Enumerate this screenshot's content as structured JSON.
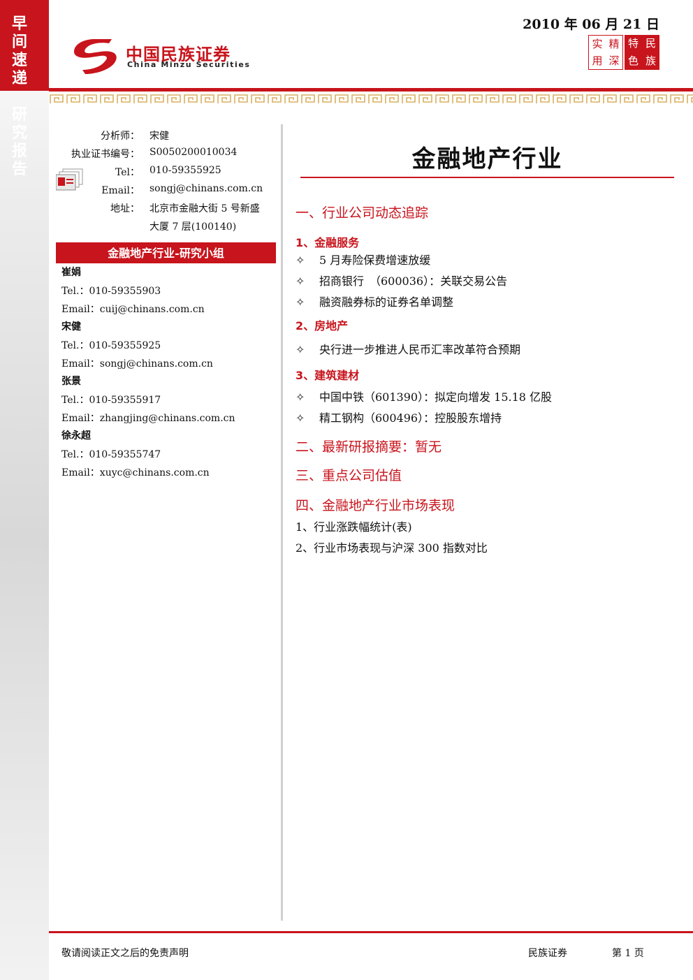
{
  "sidebar": {
    "label_top": "早间速递",
    "label_bottom": "研究报告"
  },
  "header": {
    "date": "2010 年 06 月 21 日",
    "logo_cn": "中国民族证券",
    "logo_en": "China Minzu Securities",
    "seal_left": [
      "实",
      "精",
      "用",
      "深"
    ],
    "seal_right": [
      "特",
      "民",
      "色",
      "族"
    ]
  },
  "analyst": [
    {
      "label": "分析师：",
      "value": "宋健"
    },
    {
      "label": "执业证书编号：",
      "value": "S0050200010034"
    },
    {
      "label": "Tel：",
      "value": "010-59355925"
    },
    {
      "label": "Email：",
      "value": "songj@chinans.com.cn"
    },
    {
      "label": "地址：",
      "value": "北京市金融大街  5  号新盛"
    },
    {
      "label": "",
      "value": "大厦 7 层(100140)"
    }
  ],
  "team": {
    "title": "金融地产行业-研究小组",
    "members": [
      {
        "name": "崔娟",
        "tel": "Tel.：010-59355903",
        "email": "Email：cuij@chinans.com.cn"
      },
      {
        "name": "宋健",
        "tel": "Tel.：010-59355925",
        "email": "Email：songj@chinans.com.cn"
      },
      {
        "name": "张景",
        "tel": "Tel.：010-59355917",
        "email": "Email：zhangjing@chinans.com.cn"
      },
      {
        "name": "徐永超",
        "tel": "Tel.：010-59355747",
        "email": "Email：xuyc@chinans.com.cn"
      }
    ]
  },
  "main": {
    "title": "金融地产行业",
    "sec1": "一、行业公司动态追踪",
    "sub1": "1、金融服务",
    "sub1_items": [
      "5 月寿险保费增速放缓",
      "招商银行　（600036）：关联交易公告",
      "融资融券标的证券名单调整"
    ],
    "sub2": "2、房地产",
    "sub2_items": [
      "央行进一步推进人民币汇率改革符合预期"
    ],
    "sub3": "3、建筑建材",
    "sub3_items": [
      "中国中铁（601390）：拟定向增发 15.18 亿股",
      "精工钢构（600496）：控股股东增持"
    ],
    "sec2": "二、最新研报摘要：暂无",
    "sec3": "三、重点公司估值",
    "sec4": "四、金融地产行业市场表现",
    "sec4_items": [
      "1、行业涨跌幅统计(表)",
      "2、行业市场表现与沪深 300 指数对比"
    ]
  },
  "bullet_symbol": "✧",
  "footer": {
    "disclaimer": "敬请阅读正文之后的免责声明",
    "company": "民族证券",
    "page": "第 1 页"
  },
  "colors": {
    "accent": "#c8141c",
    "gold": "#d8b060"
  }
}
